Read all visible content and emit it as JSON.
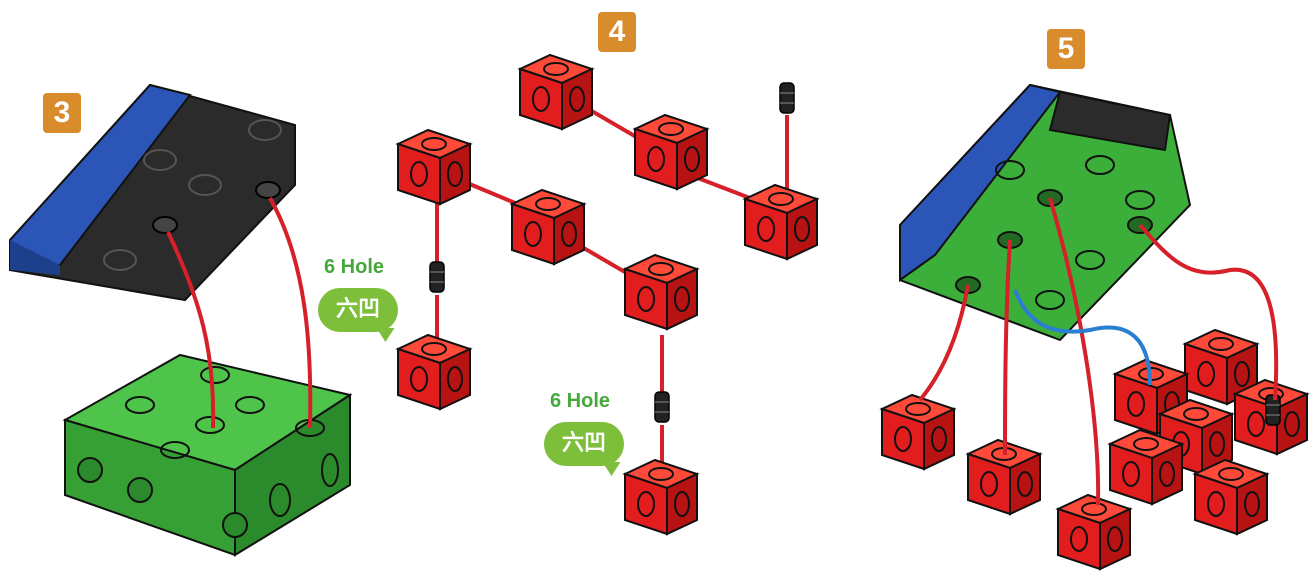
{
  "steps": [
    {
      "number": "3"
    },
    {
      "number": "4"
    },
    {
      "number": "5"
    }
  ],
  "callouts": [
    {
      "label": "6 Hole",
      "bubble": "六凹"
    },
    {
      "label": "6 Hole",
      "bubble": "六凹"
    }
  ],
  "colors": {
    "badge": "#d98c2b",
    "red_cube": "#e21d1d",
    "green_block": "#3cae3a",
    "blue_block": "#2b56b8",
    "black_block": "#2b2b2b",
    "connector_red": "#d6202a",
    "connector_blue": "#2a7fd0",
    "bubble": "#7dbf3a",
    "hole_text": "#46a83c"
  },
  "icons": [
    "red-cube-icon",
    "hex-connector-icon",
    "green-block-icon",
    "blue-black-block-icon"
  ]
}
